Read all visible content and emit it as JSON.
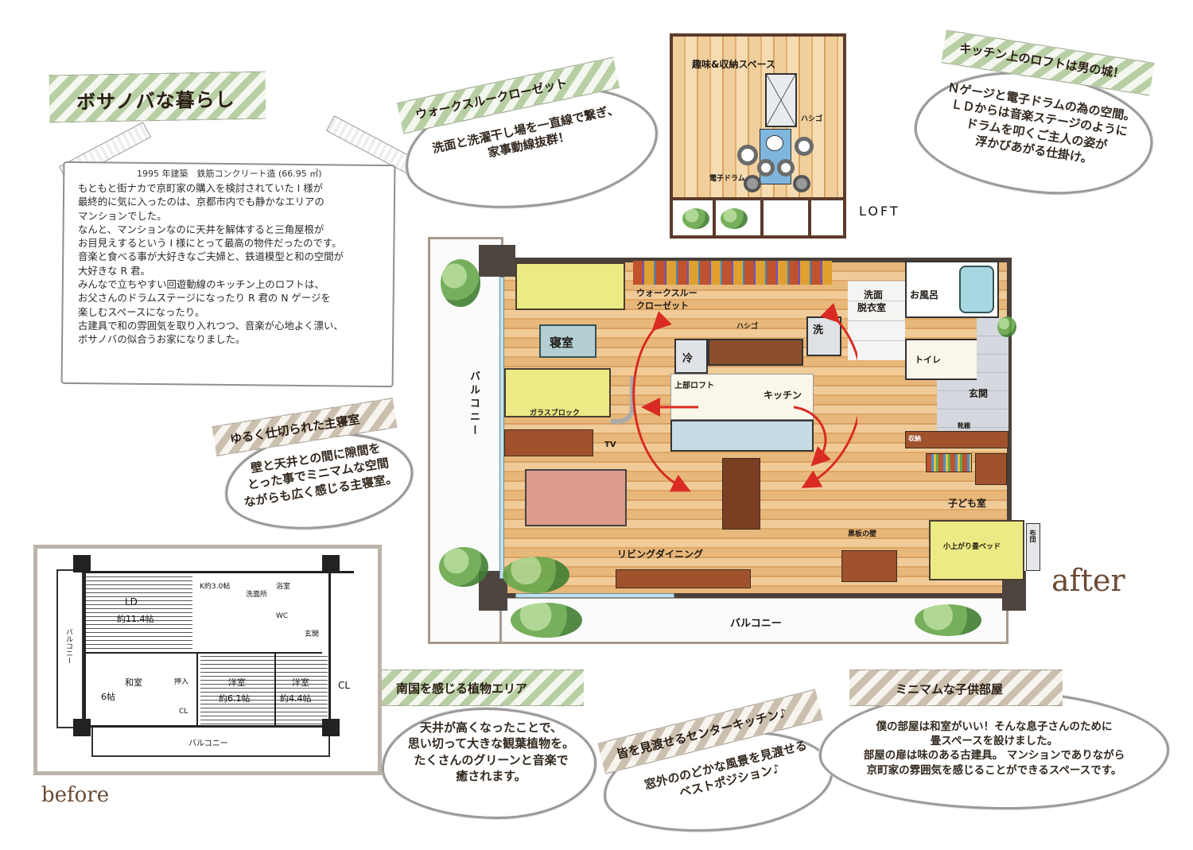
{
  "title": {
    "heading": "ボサノバな暮らし",
    "subheading": "1995 年建築　鉄筋コンクリート造 (66.95 ㎡)"
  },
  "intro": {
    "lines": [
      "もともと街ナカで京町家の購入を検討されていた I 様が",
      "最終的に気に入ったのは、京都市内でも静かなエリアの",
      "マンションでした。",
      "なんと、マンションなのに天井を解体すると三角屋根が",
      "お目見えするという I 様にとって最高の物件だったのです。",
      "音楽と食べる事が大好きなご夫婦と、鉄道模型と和の空間が",
      "大好きな R 君。",
      "みんなで立ちやすい回遊動線のキッチン上のロフトは、",
      "お父さんのドラムステージになったり R 君の N ゲージを",
      "楽しむスペースになったり。",
      "古建具で和の雰囲気を取り入れつつ、音楽が心地よく漂い、",
      "ボサノバの似合うお家になりました。"
    ]
  },
  "callouts": [
    {
      "id": "walk-through-closet",
      "title": "ウォークスルークローゼット",
      "lines": [
        "洗面と洗濯干し場を一直線で繋ぎ、",
        "家事動線抜群！"
      ],
      "tape": "green"
    },
    {
      "id": "kitchen-loft",
      "title": "キッチン上のロフトは男の城！",
      "lines": [
        "Ｎゲージと電子ドラムの為の空間。",
        "ＬＤからは音楽ステージのように",
        "ドラムを叩くご主人の姿が",
        "浮かびあがる仕掛け。"
      ],
      "tape": "green"
    },
    {
      "id": "master-bedroom",
      "title": "ゆるく仕切られた主寝室",
      "lines": [
        "壁と天井との間に隙間を",
        "とった事でミニマムな空間",
        "ながらも広く感じる主寝室。"
      ],
      "tape": "brown"
    },
    {
      "id": "plant-area",
      "title": "南国を感じる植物エリア",
      "lines": [
        "天井が高くなったことで、",
        "思い切って大きな観葉植物を。",
        "たくさんのグリーンと音楽で",
        "癒されます。"
      ],
      "tape": "green"
    },
    {
      "id": "center-kitchen",
      "title": "皆を見渡せるセンターキッチン♪",
      "lines": [
        "窓外ののどかな風景を見渡せる",
        "ベストポジション♪"
      ],
      "tape": "brown"
    },
    {
      "id": "kids-room",
      "title": "ミニマムな子供部屋",
      "lines": [
        "僕の部屋は和室がいい！そんな息子さんのために",
        "畳スペースを設けました。",
        "部屋の扉は味のある古建具。 マンションでありながら",
        "京町家の雰囲気を感じることができるスペースです。"
      ],
      "tape": "brown"
    }
  ],
  "loft": {
    "label": "LOFT",
    "area_label": "趣味&収納スペース",
    "ladder_label": "ハシゴ",
    "drum_label": "電子ドラム"
  },
  "after_plan": {
    "caption": "after",
    "rooms": {
      "walk_closet": "ウォークスルー",
      "walk_closet_2": "クローゼット",
      "bedroom": "寝室",
      "glass_block": "ガラスブロック",
      "tv": "TV",
      "fridge": "冷",
      "upper_loft": "上部ロフト",
      "kitchen": "キッチン",
      "ladder": "ハシゴ",
      "washer": "洗",
      "washroom": "洗面",
      "washroom_2": "脱衣室",
      "bath": "お風呂",
      "toilet": "トイレ",
      "entrance": "玄関",
      "shoe_cabinet": "靴棚",
      "storage": "収納",
      "kids_room": "子ども室",
      "tatami_bed": "小上がり畳ベッド",
      "futon": "布団",
      "blackboard_wall": "黒板の壁",
      "living_dining": "リビングダイニング",
      "balcony_side": "バルコニー",
      "balcony_bottom": "バルコニー"
    },
    "accent_colors": {
      "flow_arrow": "#d92b23",
      "wood_floor": "#e8b77a",
      "tatami": "#ecea85"
    }
  },
  "before_plan": {
    "caption": "before",
    "rooms": {
      "ld": "LD",
      "ld_size": "約11.4帖",
      "kitchen": "K約3.0帖",
      "washroom": "洗面所",
      "bath": "浴室",
      "wc": "WC",
      "entrance": "玄関",
      "washitsu": "和室",
      "washitsu_size": "6帖",
      "oshiire": "押入",
      "cl_small": "CL",
      "yoshitsu1": "洋室",
      "yoshitsu1_size": "約6.1帖",
      "yoshitsu2": "洋室",
      "yoshitsu2_size": "約4.4帖",
      "cl": "CL",
      "balcony_side": "バルコニー",
      "balcony_bottom": "バルコニー"
    }
  }
}
